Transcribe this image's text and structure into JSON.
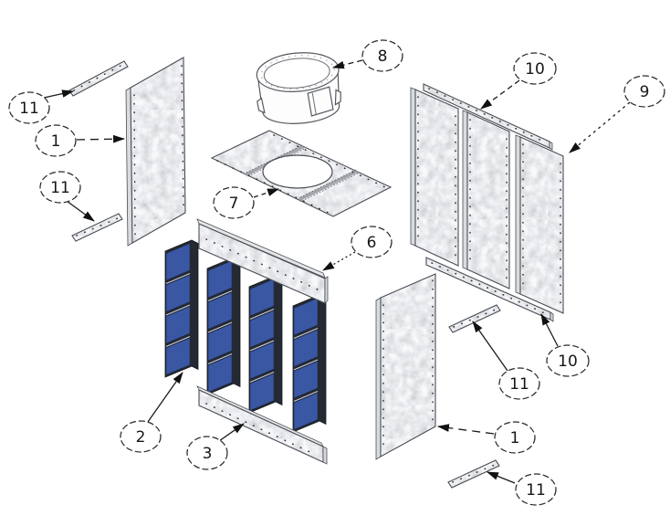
{
  "diagram": {
    "callouts": [
      {
        "label": "11"
      },
      {
        "label": "1"
      },
      {
        "label": "11"
      },
      {
        "label": "7"
      },
      {
        "label": "8"
      },
      {
        "label": "6"
      },
      {
        "label": "2"
      },
      {
        "label": "3"
      },
      {
        "label": "10"
      },
      {
        "label": "9"
      },
      {
        "label": "10"
      },
      {
        "label": "11"
      },
      {
        "label": "1"
      },
      {
        "label": "11"
      }
    ],
    "colors": {
      "background": "#ffffff",
      "panel_gray": "#c3c6c8",
      "panel_gray_light": "#d9dcdf",
      "filter_blue": "#3a57a3",
      "frame_dark": "#242932",
      "separator_highlight": "#c9ced5",
      "outline": "#4a4e55",
      "leader": "#1b1b1b"
    }
  }
}
